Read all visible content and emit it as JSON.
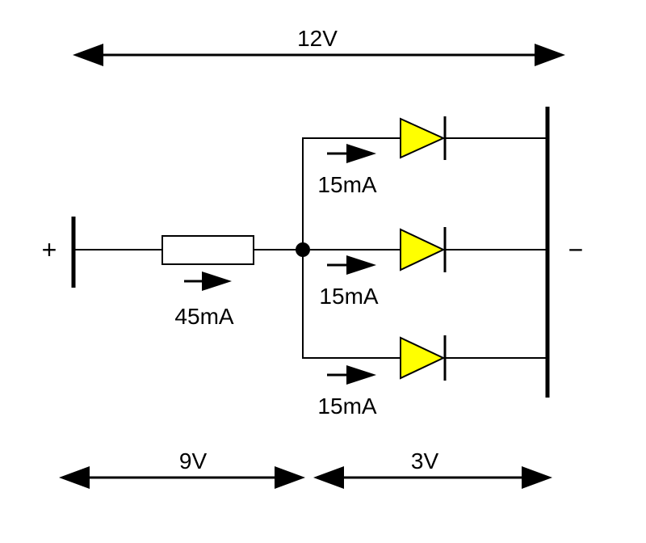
{
  "diagram": {
    "voltages": {
      "total": "12V",
      "resistor": "9V",
      "leds": "3V"
    },
    "currents": {
      "main": "45mA",
      "branch_1": "15mA",
      "branch_2": "15mA",
      "branch_3": "15mA"
    },
    "terminals": {
      "positive": "+",
      "negative": "−"
    },
    "colors": {
      "led_fill": "#ffff00",
      "stroke": "#000000",
      "background": "#ffffff"
    }
  }
}
